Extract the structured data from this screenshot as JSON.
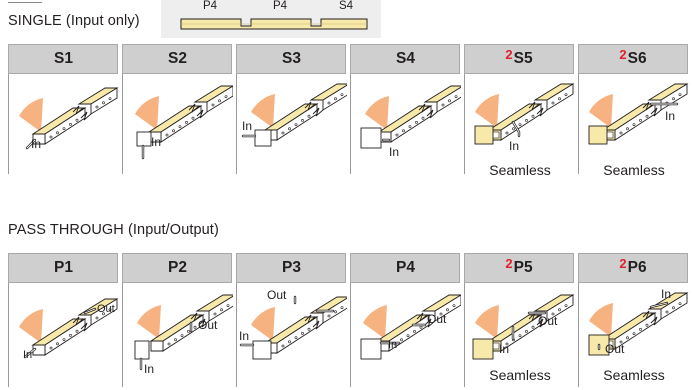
{
  "sections": {
    "single": {
      "title": "SINGLE (Input only)"
    },
    "pass": {
      "title": "PASS THROUGH (Input/Output)"
    }
  },
  "legend": {
    "labels": [
      "P4",
      "P4",
      "S4"
    ]
  },
  "single_cards": [
    {
      "label": "S1",
      "superscript": "",
      "tags": [
        "In"
      ],
      "note": ""
    },
    {
      "label": "S2",
      "superscript": "",
      "tags": [
        "In"
      ],
      "note": ""
    },
    {
      "label": "S3",
      "superscript": "",
      "tags": [
        "In"
      ],
      "note": ""
    },
    {
      "label": "S4",
      "superscript": "",
      "tags": [
        "In"
      ],
      "note": ""
    },
    {
      "label": "S5",
      "superscript": "2",
      "tags": [
        "In"
      ],
      "note": "Seamless"
    },
    {
      "label": "S6",
      "superscript": "2",
      "tags": [
        "In"
      ],
      "note": "Seamless"
    }
  ],
  "pass_cards": [
    {
      "label": "P1",
      "superscript": "",
      "tags": [
        "Out",
        "In"
      ],
      "note": ""
    },
    {
      "label": "P2",
      "superscript": "",
      "tags": [
        "Out",
        "In"
      ],
      "note": ""
    },
    {
      "label": "P3",
      "superscript": "",
      "tags": [
        "Out",
        "In"
      ],
      "note": ""
    },
    {
      "label": "P4",
      "superscript": "",
      "tags": [
        "Out",
        "In"
      ],
      "note": ""
    },
    {
      "label": "P5",
      "superscript": "2",
      "tags": [
        "Out",
        "In"
      ],
      "note": "Seamless"
    },
    {
      "label": "P6",
      "superscript": "2",
      "tags": [
        "In",
        "Out"
      ],
      "note": "Seamless"
    }
  ],
  "colors": {
    "header_fill": "#cfcfcf",
    "strip_fill": "#f7e9a9",
    "led_glow": "#f4a46a",
    "superscript": "#e0212f"
  }
}
